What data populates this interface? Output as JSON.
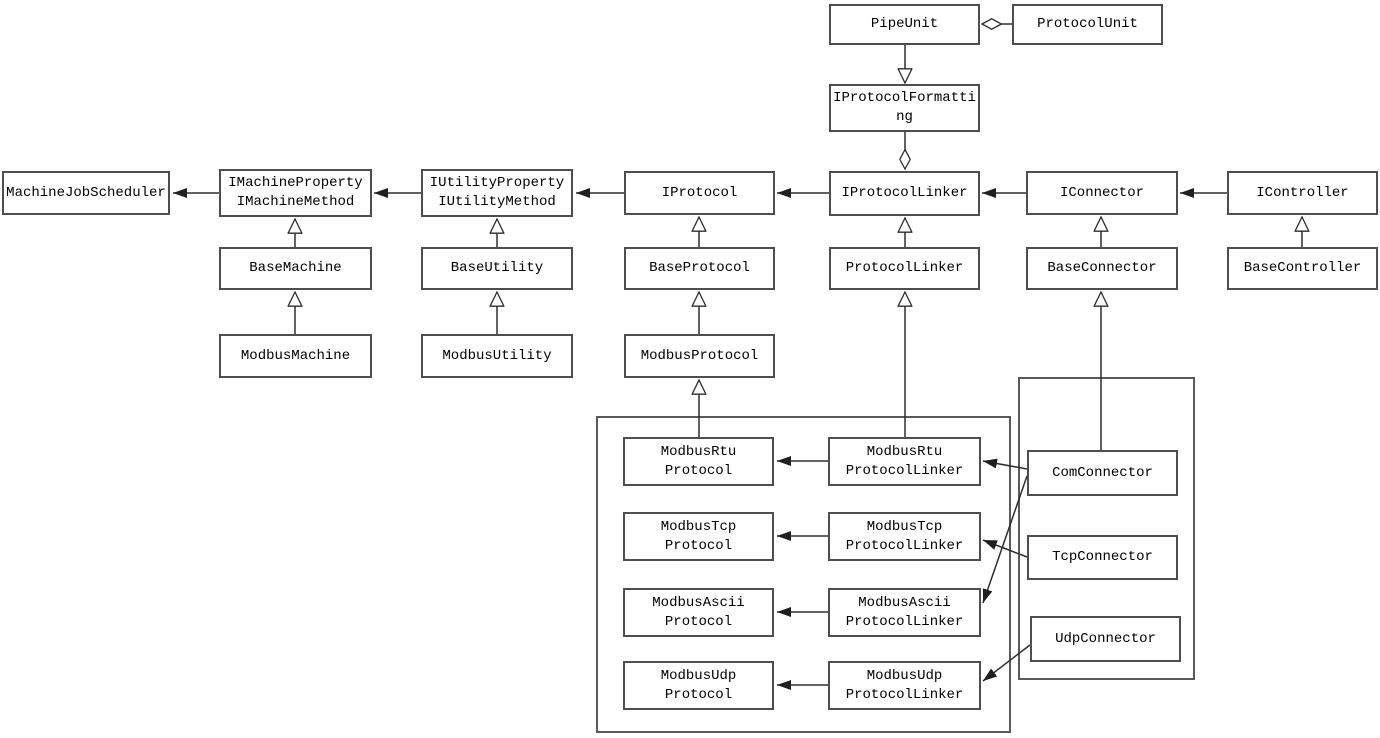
{
  "diagram": {
    "kind": "uml-class-diagram",
    "colors": {
      "background": "#ffffff",
      "line": "#2e2e2e",
      "box_border": "#4e4e4e",
      "text": "#000000"
    },
    "nodes": {
      "pipe_unit": {
        "lines": [
          "PipeUnit"
        ]
      },
      "protocol_unit": {
        "lines": [
          "ProtocolUnit"
        ]
      },
      "iprotocol_formatting": {
        "full_name": "IProtocolFormatting",
        "lines": [
          "IProtocolFormatti",
          "ng"
        ]
      },
      "machine_job_scheduler": {
        "lines": [
          "MachineJobScheduler"
        ]
      },
      "imachine": {
        "lines": [
          "IMachineProperty",
          "IMachineMethod"
        ]
      },
      "iutility": {
        "lines": [
          "IUtilityProperty",
          "IUtilityMethod"
        ]
      },
      "iprotocol": {
        "lines": [
          "IProtocol"
        ]
      },
      "iprotocol_linker": {
        "lines": [
          "IProtocolLinker"
        ]
      },
      "iconnector": {
        "lines": [
          "IConnector"
        ]
      },
      "icontroller": {
        "lines": [
          "IController"
        ]
      },
      "base_machine": {
        "lines": [
          "BaseMachine"
        ]
      },
      "base_utility": {
        "lines": [
          "BaseUtility"
        ]
      },
      "base_protocol": {
        "lines": [
          "BaseProtocol"
        ]
      },
      "protocol_linker": {
        "lines": [
          "ProtocolLinker"
        ]
      },
      "base_connector": {
        "lines": [
          "BaseConnector"
        ]
      },
      "base_controller": {
        "lines": [
          "BaseController"
        ]
      },
      "modbus_machine": {
        "lines": [
          "ModbusMachine"
        ]
      },
      "modbus_utility": {
        "lines": [
          "ModbusUtility"
        ]
      },
      "modbus_protocol": {
        "lines": [
          "ModbusProtocol"
        ]
      },
      "modbus_rtu_protocol": {
        "lines": [
          "ModbusRtu",
          "Protocol"
        ]
      },
      "modbus_tcp_protocol": {
        "lines": [
          "ModbusTcp",
          "Protocol"
        ]
      },
      "modbus_ascii_protocol": {
        "lines": [
          "ModbusAscii",
          "Protocol"
        ]
      },
      "modbus_udp_protocol": {
        "lines": [
          "ModbusUdp",
          "Protocol"
        ]
      },
      "modbus_rtu_protocol_linker": {
        "lines": [
          "ModbusRtu",
          "ProtocolLinker"
        ]
      },
      "modbus_tcp_protocol_linker": {
        "lines": [
          "ModbusTcp",
          "ProtocolLinker"
        ]
      },
      "modbus_ascii_protocol_linker": {
        "lines": [
          "ModbusAscii",
          "ProtocolLinker"
        ]
      },
      "modbus_udp_protocol_linker": {
        "lines": [
          "ModbusUdp",
          "ProtocolLinker"
        ]
      },
      "com_connector": {
        "lines": [
          "ComConnector"
        ]
      },
      "tcp_connector": {
        "lines": [
          "TcpConnector"
        ]
      },
      "udp_connector": {
        "lines": [
          "UdpConnector"
        ]
      }
    },
    "edges": [
      {
        "from": "ProtocolUnit",
        "to": "PipeUnit",
        "type": "aggregation"
      },
      {
        "from": "PipeUnit",
        "to": "IProtocolFormatting",
        "type": "generalization"
      },
      {
        "from": "IProtocolFormatting",
        "to": "IProtocolLinker",
        "type": "aggregation"
      },
      {
        "from": "IMachineProperty/IMachineMethod",
        "to": "MachineJobScheduler",
        "type": "association"
      },
      {
        "from": "IUtilityProperty/IUtilityMethod",
        "to": "IMachineProperty/IMachineMethod",
        "type": "association"
      },
      {
        "from": "IProtocol",
        "to": "IUtilityProperty/IUtilityMethod",
        "type": "association"
      },
      {
        "from": "IProtocolLinker",
        "to": "IProtocol",
        "type": "association"
      },
      {
        "from": "IConnector",
        "to": "IProtocolLinker",
        "type": "association"
      },
      {
        "from": "IController",
        "to": "IConnector",
        "type": "association"
      },
      {
        "from": "BaseMachine",
        "to": "IMachineProperty/IMachineMethod",
        "type": "generalization"
      },
      {
        "from": "BaseUtility",
        "to": "IUtilityProperty/IUtilityMethod",
        "type": "generalization"
      },
      {
        "from": "BaseProtocol",
        "to": "IProtocol",
        "type": "generalization"
      },
      {
        "from": "ProtocolLinker",
        "to": "IProtocolLinker",
        "type": "generalization"
      },
      {
        "from": "BaseConnector",
        "to": "IConnector",
        "type": "generalization"
      },
      {
        "from": "BaseController",
        "to": "IController",
        "type": "generalization"
      },
      {
        "from": "ModbusMachine",
        "to": "BaseMachine",
        "type": "generalization"
      },
      {
        "from": "ModbusUtility",
        "to": "BaseUtility",
        "type": "generalization"
      },
      {
        "from": "ModbusProtocol",
        "to": "BaseProtocol",
        "type": "generalization"
      },
      {
        "from": "ModbusRtuProtocol",
        "to": "ModbusProtocol",
        "type": "generalization"
      },
      {
        "from": "ModbusRtuProtocolLinker",
        "to": "ProtocolLinker",
        "type": "generalization"
      },
      {
        "from": "ComConnector",
        "to": "BaseConnector",
        "type": "generalization"
      },
      {
        "from": "ModbusRtuProtocolLinker",
        "to": "ModbusRtuProtocol",
        "type": "association"
      },
      {
        "from": "ModbusTcpProtocolLinker",
        "to": "ModbusTcpProtocol",
        "type": "association"
      },
      {
        "from": "ModbusAsciiProtocolLinker",
        "to": "ModbusAsciiProtocol",
        "type": "association"
      },
      {
        "from": "ModbusUdpProtocolLinker",
        "to": "ModbusUdpProtocol",
        "type": "association"
      },
      {
        "from": "ComConnector",
        "to": "ModbusRtuProtocolLinker",
        "type": "association"
      },
      {
        "from": "ComConnector",
        "to": "ModbusAsciiProtocolLinker",
        "type": "association"
      },
      {
        "from": "TcpConnector",
        "to": "ModbusTcpProtocolLinker",
        "type": "association"
      },
      {
        "from": "UdpConnector",
        "to": "ModbusUdpProtocolLinker",
        "type": "association"
      }
    ]
  }
}
